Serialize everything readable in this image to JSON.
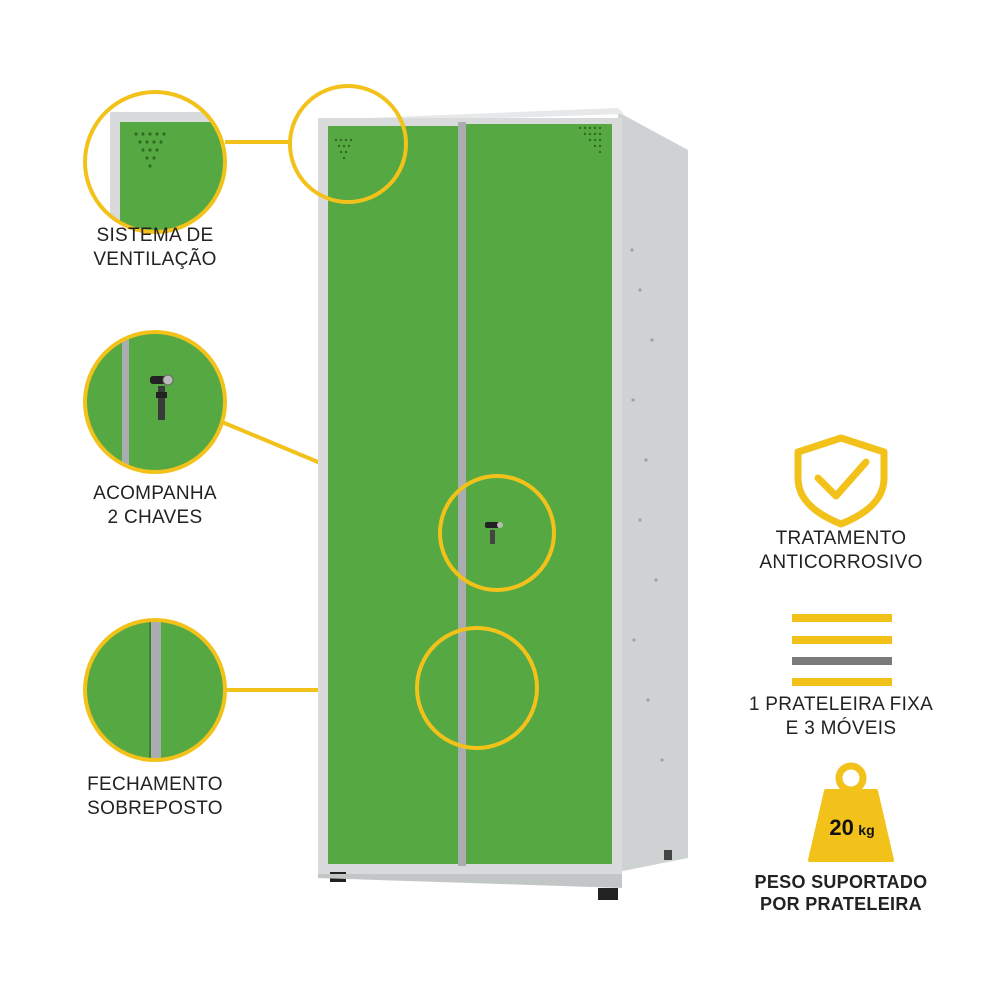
{
  "colors": {
    "accent": "#f2c21a",
    "door_green": "#56a843",
    "body_gray": "#d8dadb",
    "shelf_gray": "#7a7a7a"
  },
  "features_left": [
    {
      "id": "ventilation",
      "icon": "ventilation-detail-zoom",
      "lines": [
        "SISTEMA DE",
        "VENTILAÇÃO"
      ]
    },
    {
      "id": "keys",
      "icon": "lock-detail-zoom",
      "lines": [
        "ACOMPANHA",
        "2 CHAVES"
      ]
    },
    {
      "id": "closure",
      "icon": "door-seam-detail-zoom",
      "lines": [
        "FECHAMENTO",
        "SOBREPOSTO"
      ]
    }
  ],
  "features_right": [
    {
      "id": "anticorrosion",
      "icon": "shield-check-icon",
      "lines": [
        "TRATAMENTO",
        "ANTICORROSIVO"
      ]
    },
    {
      "id": "shelves",
      "icon": "shelves-icon",
      "lines": [
        "1 PRATELEIRA FIXA",
        "E 3 MÓVEIS"
      ]
    },
    {
      "id": "weight",
      "icon": "weight-icon",
      "value": "20",
      "unit": "kg",
      "lines": [
        "PESO SUPORTADO",
        "POR PRATELEIRA"
      ]
    }
  ]
}
